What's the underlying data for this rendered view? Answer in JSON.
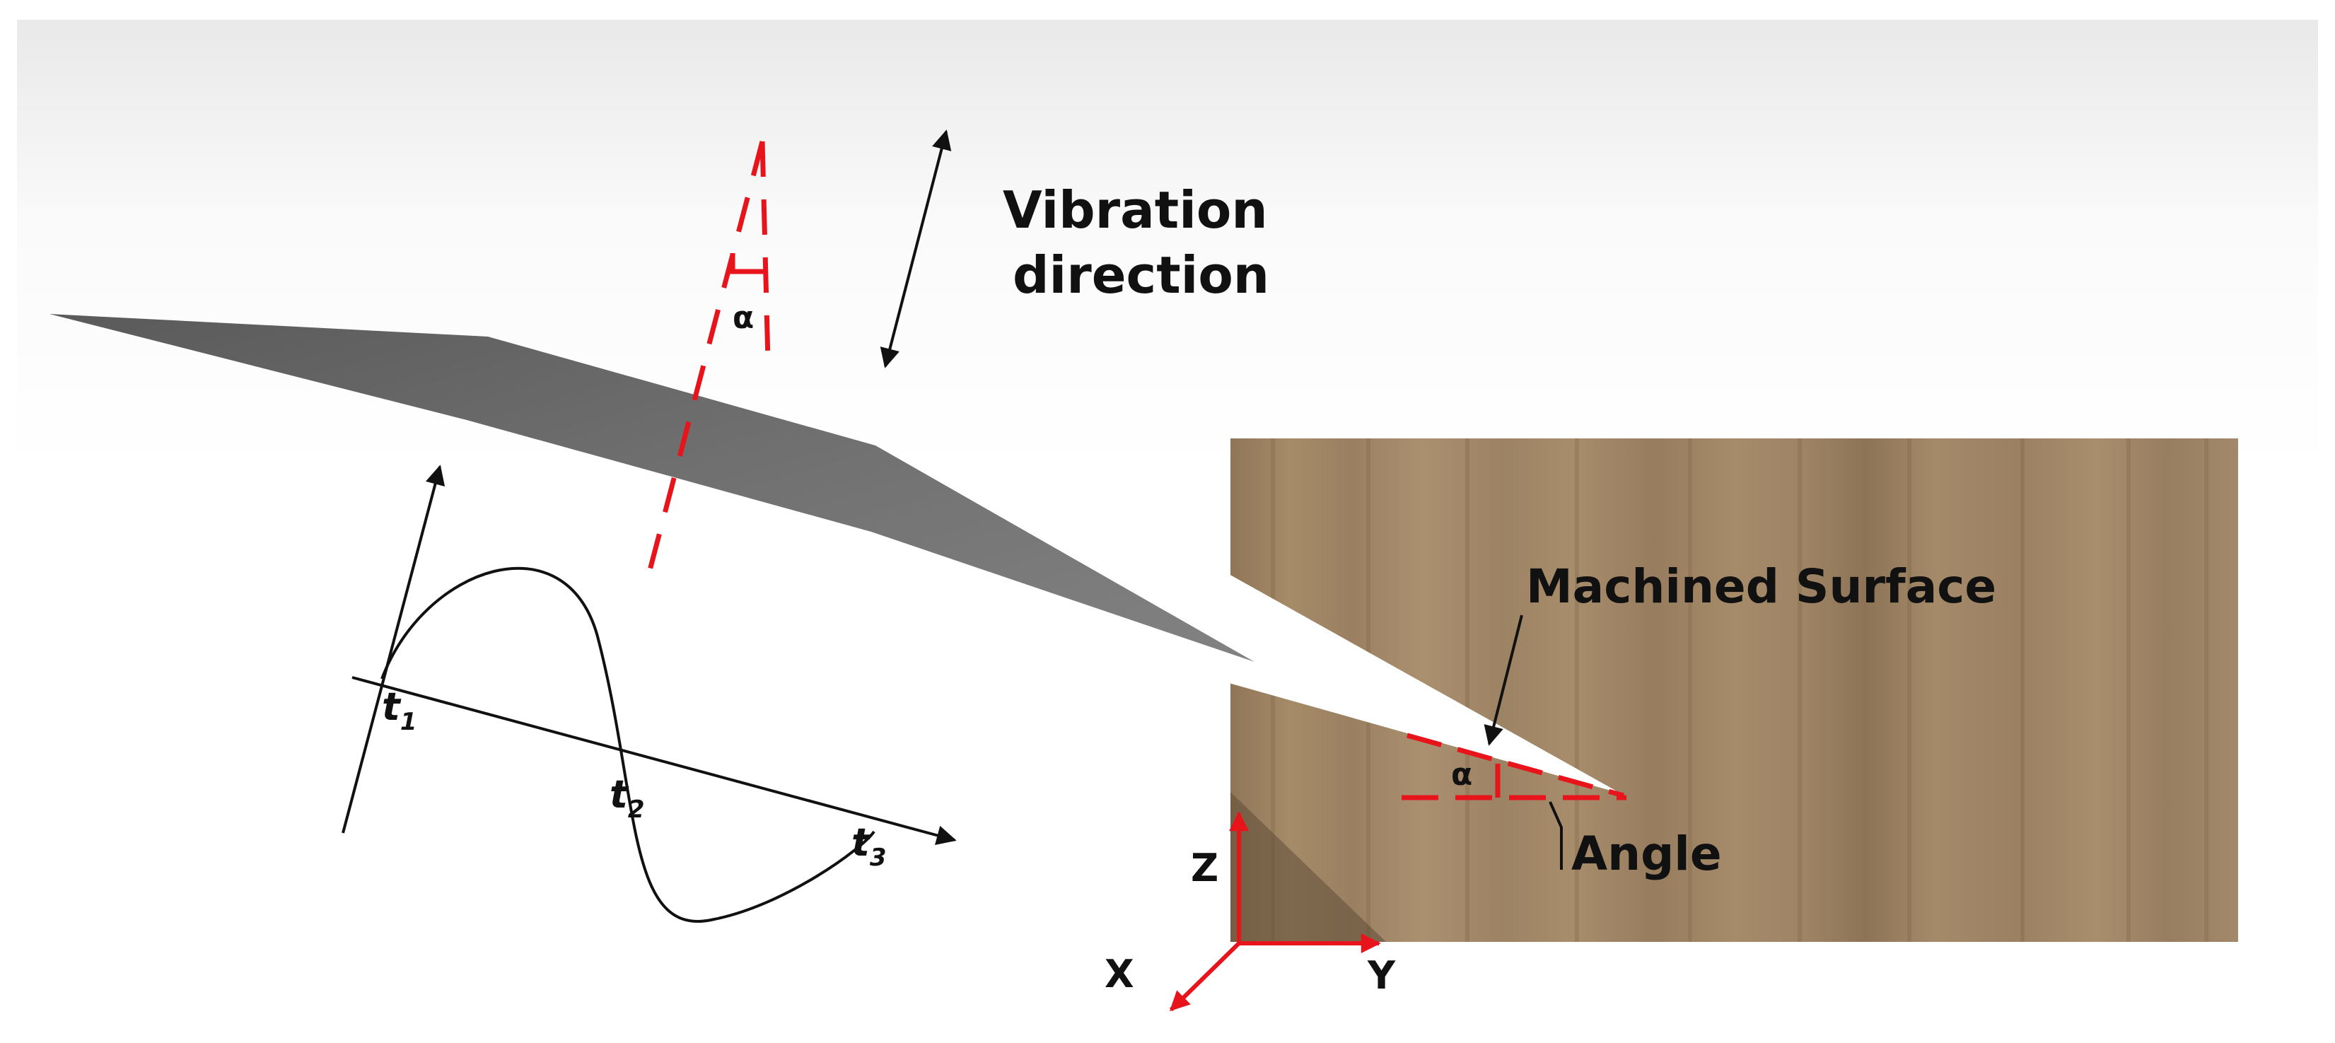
{
  "labels": {
    "vibration_line1": "Vibration",
    "vibration_line2": "direction",
    "alpha_top": "α",
    "alpha_bottom": "α",
    "machined_surface": "Machined Surface",
    "angle": "Angle",
    "t1": "t",
    "t1_sub": "1",
    "t2": "t",
    "t2_sub": "2",
    "t3": "t",
    "t3_sub": "3",
    "axis_z": "Z",
    "axis_x": "X",
    "axis_y": "Y"
  },
  "colors": {
    "tool_blade": "#6b6b6b",
    "workpiece_wood": "#a08766",
    "dashed_guides": "#e8141c",
    "axes_arrows": "#e8141c",
    "ink": "#111111"
  }
}
